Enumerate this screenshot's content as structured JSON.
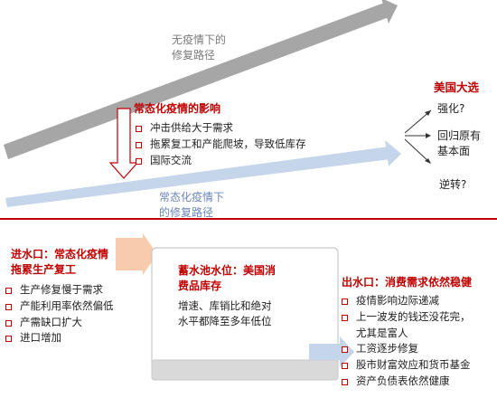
{
  "top": {
    "no_pandemic_label": "无疫情下的\n修复路径",
    "normalized_pandemic_label": "常态化疫情下\n的修复路径",
    "impact_title": "常态化疫情的影响",
    "impact_items": [
      "冲击供给大于需求",
      "拖累复工和产能爬坡，导致低库存",
      "国际交流"
    ],
    "election_title": "美国大选",
    "branches": [
      "强化?",
      "回归原有\n基本面",
      "逆转?"
    ]
  },
  "bottom": {
    "inflow_title": "进水口：常态化疫情\n拖累生产复工",
    "inflow_items": [
      "生产修复慢于需求",
      "产能利用率依然偏低",
      "产需缺口扩大",
      "进口增加"
    ],
    "reservoir_title": "蓄水池水位：美国消\n费品库存",
    "reservoir_body": "增速、库销比和绝对\n水平都降至多年低位",
    "outflow_title": "出水口：消费需求依然稳健",
    "outflow_items": [
      "疫情影响边际递减",
      "上一波发的钱还没花完，\n尤其是富人",
      "工资逐步修复",
      "股市财富效应和货币基金",
      "资产负债表依然健康"
    ]
  },
  "colors": {
    "gray_arrow": "#a6a6a6",
    "blue_arrow": "#c5d5ea",
    "red": "#c00000",
    "orange": "#f8cbad"
  }
}
